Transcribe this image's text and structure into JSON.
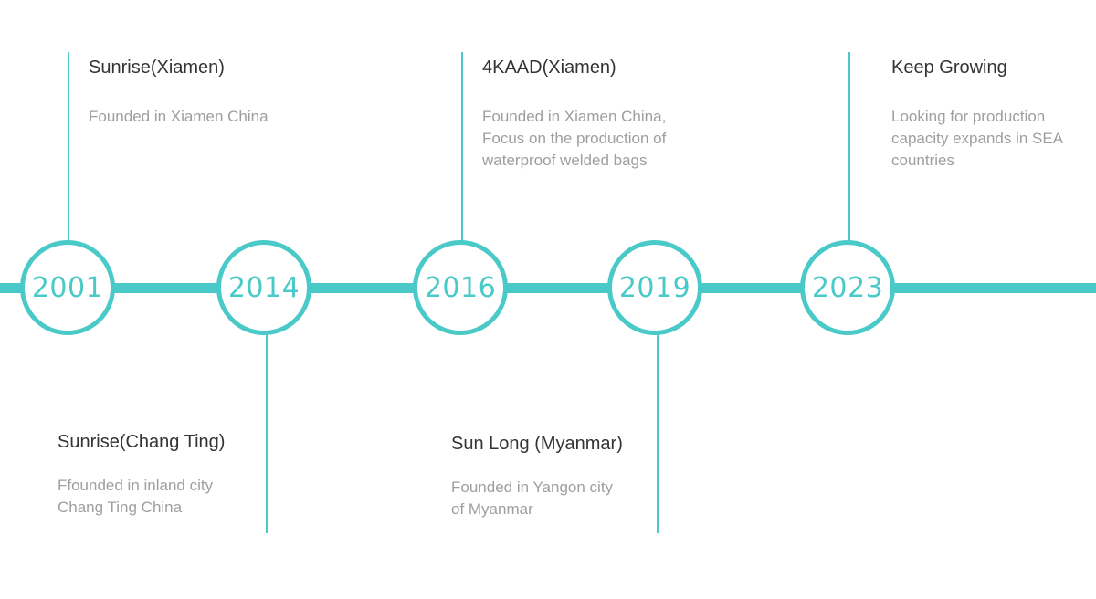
{
  "timeline": {
    "accent_color": "#49c9c7",
    "milestones": [
      {
        "year": "2001",
        "title": "Sunrise(Xiamen)",
        "description": "Founded in Xiamen China",
        "position": "above"
      },
      {
        "year": "2014",
        "title": "Sunrise(Chang Ting)",
        "description": "Ffounded in inland city\nChang Ting China",
        "position": "below"
      },
      {
        "year": "2016",
        "title": "4KAAD(Xiamen)",
        "description": "Founded in Xiamen China,\nFocus on the production of\nwaterproof welded bags",
        "position": "above"
      },
      {
        "year": "2019",
        "title": "Sun Long (Myanmar)",
        "description": "Founded in Yangon city\nof Myanmar",
        "position": "below"
      },
      {
        "year": "2023",
        "title": "Keep Growing",
        "description": "Looking for production\ncapacity expands in SEA\ncountries",
        "position": "above"
      }
    ]
  }
}
